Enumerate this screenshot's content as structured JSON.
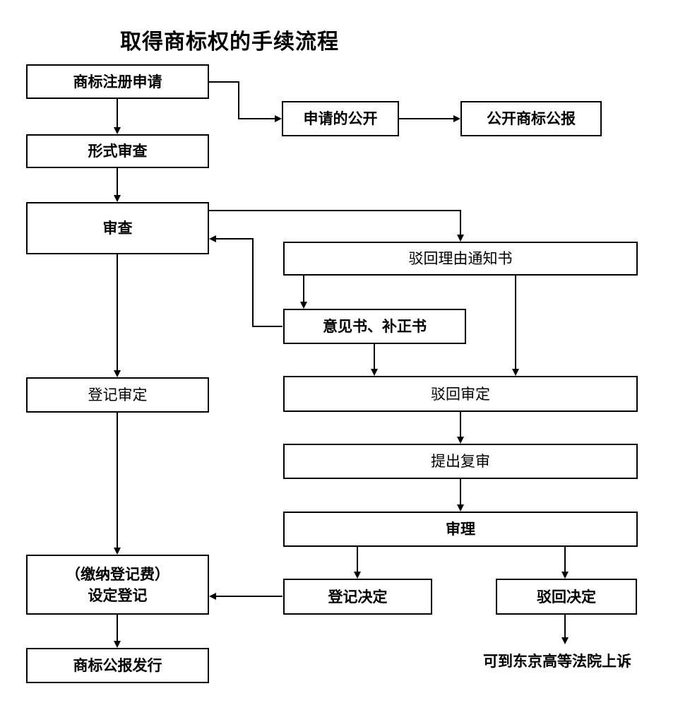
{
  "title": "取得商标权的手续流程",
  "nodes": {
    "application": "商标注册申请",
    "publication_of_application": "申请的公开",
    "gazette": "公开商标公报",
    "formal_examination": "形式审查",
    "examination": "审查",
    "rejection_notice": "驳回理由通知书",
    "opinion_amendment": "意见书、补正书",
    "registration_decision_exam": "登记审定",
    "rejection_decision_exam": "驳回审定",
    "appeal_request": "提出复审",
    "trial": "审理",
    "registration_fee_line1": "（缴纳登记费）",
    "registration_fee_line2": "设定登记",
    "registration_decision": "登记决定",
    "rejection_decision": "驳回决定",
    "gazette_issue": "商标公报发行",
    "appeal_court": "可到东京高等法院上诉"
  }
}
